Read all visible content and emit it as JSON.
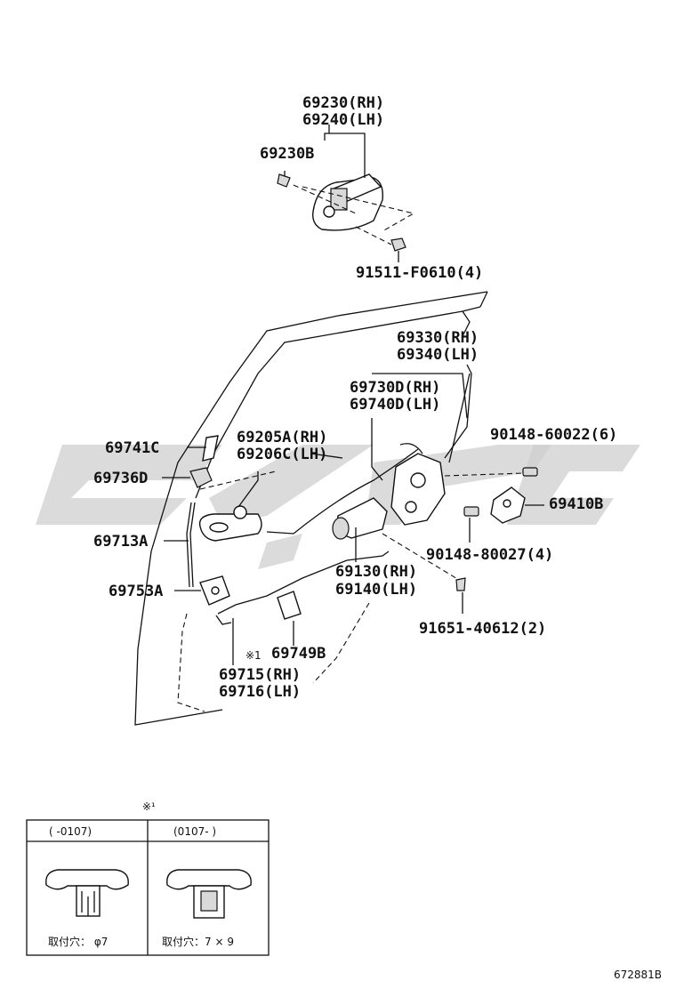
{
  "diagram": {
    "callouts": {
      "outside_handle_rh": "69230(RH)",
      "outside_handle_lh": "69240(LH)",
      "handle_cap": "69230B",
      "handle_bolt": "91511-F0610(4)",
      "lock_rod_rh": "69330(RH)",
      "lock_rod_lh": "69340(LH)",
      "cable_rh": "69730D(RH)",
      "cable_lh": "69740D(LH)",
      "knob_bezel": "69741C",
      "knob_clip": "69736D",
      "inside_handle_rh": "69205A(RH)",
      "inside_handle_lh": "69206C(LH)",
      "screw_6": "90148-60022(6)",
      "striker": "69410B",
      "rod": "69713A",
      "rod_holder": "69753A",
      "screw_4": "90148-80027(4)",
      "lock_assy_rh": "69130(RH)",
      "lock_assy_lh": "69140(LH)",
      "clip_2": "91651-40612(2)",
      "rod_clip": "69749B",
      "note_mark": "※1",
      "link_rh": "69715(RH)",
      "link_lh": "69716(LH)"
    },
    "detail_table": {
      "note_mark": "※¹",
      "col1_header": "(      -0107)",
      "col2_header": "(0107-      )",
      "col1_caption": "取付穴： φ7",
      "col2_caption": "取付穴：7 × 9"
    },
    "drawing_number": "672881B"
  }
}
